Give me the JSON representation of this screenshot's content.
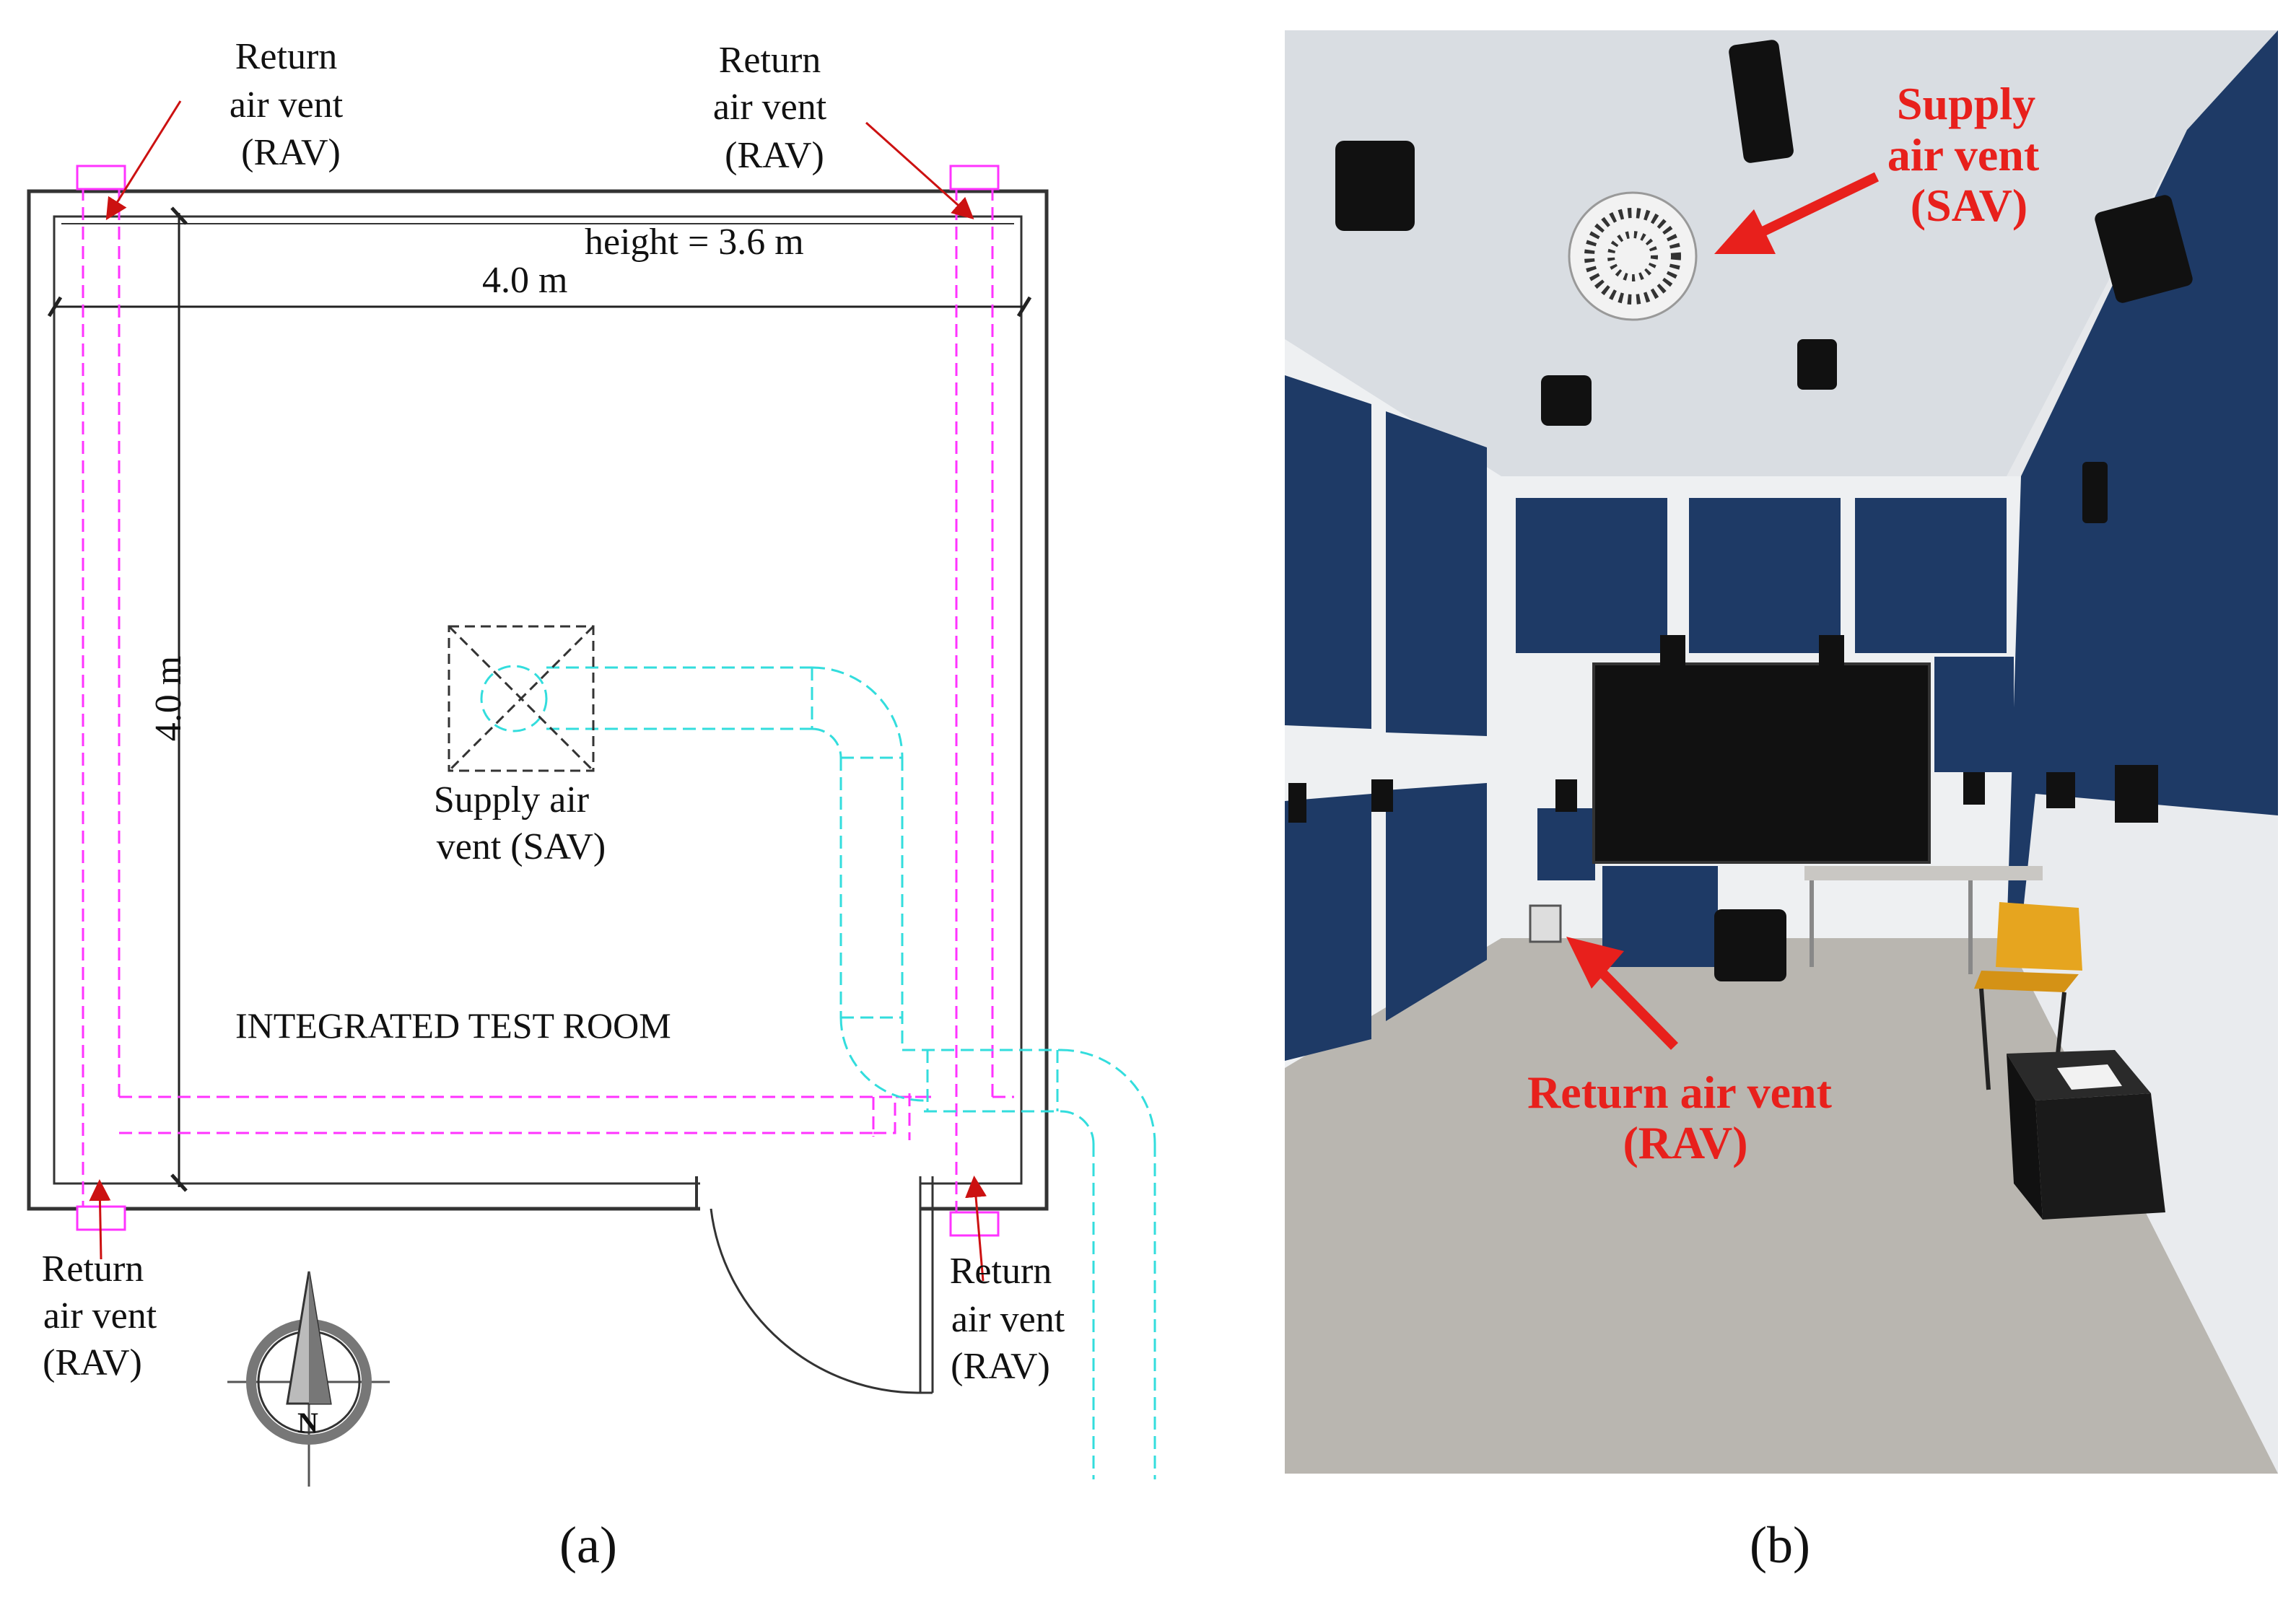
{
  "panel_a": {
    "caption": "(a)",
    "rav_top_left": [
      "Return",
      "air vent",
      "(RAV)"
    ],
    "rav_top_right": [
      "Return",
      "air vent",
      "(RAV)"
    ],
    "rav_bottom_left": [
      "Return",
      "air vent",
      "(RAV)"
    ],
    "rav_bottom_right": [
      "Return",
      "air vent",
      "(RAV)"
    ],
    "height_label": "height = 3.6 m",
    "width_label": "4.0 m",
    "depth_label": "4.0 m",
    "sav_label": [
      "Supply air",
      "vent (SAV)"
    ],
    "room_label": "INTEGRATED TEST ROOM",
    "compass_letter": "N",
    "colors": {
      "return_duct": "#ff33ff",
      "supply_duct": "#33dddd",
      "wall": "#333333"
    }
  },
  "panel_b": {
    "caption": "(b)",
    "sav_label": [
      "Supply",
      "air vent",
      "(SAV)"
    ],
    "rav_label": [
      "Return air vent",
      "(RAV)"
    ],
    "colors": {
      "annotation": "#e8201c",
      "panel": "#1e3a66",
      "ceiling": "#d9dde2",
      "floor": "#b9b6b0"
    }
  }
}
